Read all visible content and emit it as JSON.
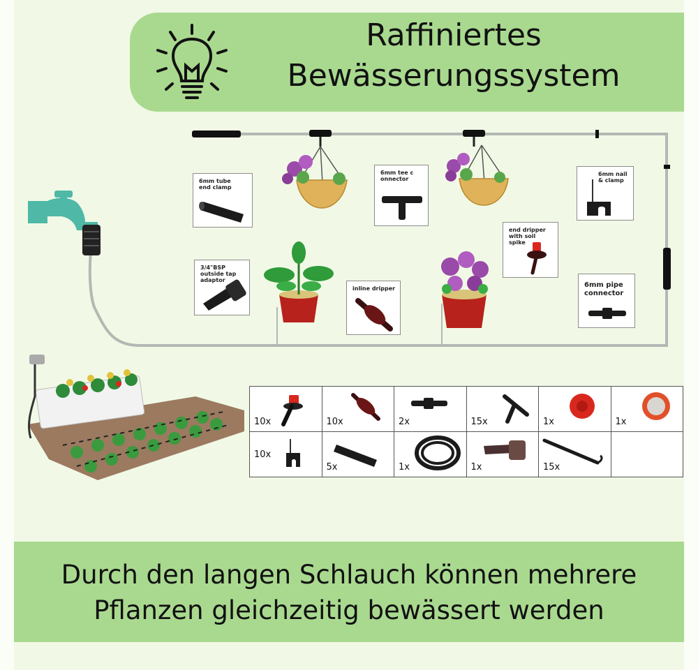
{
  "header": {
    "title_line1": "Raffiniertes",
    "title_line2": "Bewässerungssystem"
  },
  "diagram": {
    "cards": [
      {
        "id": "tube-end-clamp",
        "label": "6mm tube\nend clamp"
      },
      {
        "id": "tee-connector",
        "label": "6mm tee c\nonnector"
      },
      {
        "id": "nail-clamp",
        "label": "6mm nail\n& clamp"
      },
      {
        "id": "tap-adaptor",
        "label": "3/4\"BSP\noutside tap\nadaptor"
      },
      {
        "id": "inline-dripper",
        "label": "inline dripper"
      },
      {
        "id": "end-dripper",
        "label": "end dripper\nwith soil\nspike"
      },
      {
        "id": "pipe-connector",
        "label": "6mm pipe\nconnector"
      }
    ]
  },
  "parts": {
    "row1": [
      "10x",
      "10x",
      "2x",
      "15x",
      "1x",
      "1x"
    ],
    "row2": [
      "10x",
      "5x",
      "1x",
      "1x",
      "15x",
      ""
    ]
  },
  "footer": {
    "line1": "Durch den langen Schlauch können mehrere",
    "line2": "Pflanzen gleichzeitig bewässert werden"
  },
  "colors": {
    "banner_green": "#a9d98f",
    "background": "#f1f9e6",
    "tap_teal": "#4fb8a6",
    "dripper_red": "#d8281e",
    "pot_red": "#b8221c"
  }
}
